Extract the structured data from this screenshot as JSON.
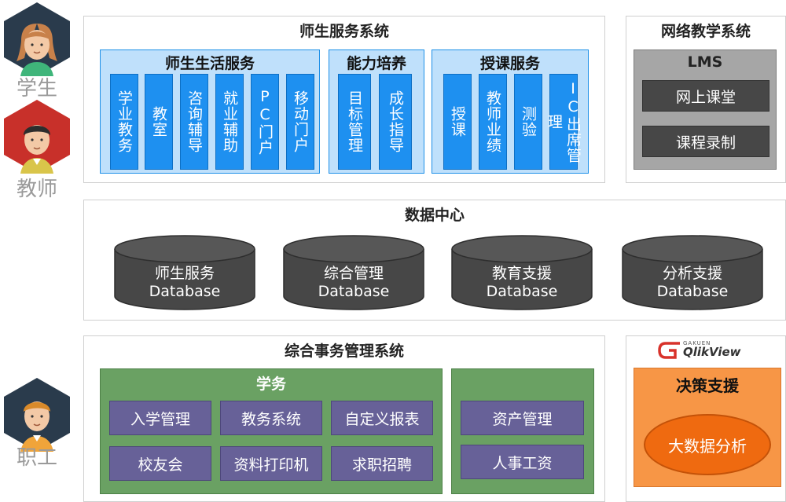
{
  "roles": {
    "student": "学生",
    "teacher": "教师",
    "staff": "职工"
  },
  "teacher_student_system": {
    "title": "师生服务系统",
    "life_services": {
      "title": "师生生活服务",
      "tiles": [
        "学业教务",
        "教室",
        "咨询辅导",
        "就业辅助",
        "PC门户",
        "移动门户"
      ]
    },
    "ability": {
      "title": "能力培养",
      "tiles": [
        "目标管理",
        "成长指导"
      ]
    },
    "teaching": {
      "title": "授课服务",
      "tiles": [
        "授课",
        "教师业绩",
        "测验",
        "IC出席管理"
      ]
    }
  },
  "network_teaching": {
    "title": "网络教学系统",
    "lms_title": "LMS",
    "tiles": [
      "网上课堂",
      "课程录制"
    ]
  },
  "data_center": {
    "title": "数据中心",
    "databases": [
      {
        "name": "师生服务",
        "sub": "Database"
      },
      {
        "name": "综合管理",
        "sub": "Database"
      },
      {
        "name": "教育支援",
        "sub": "Database"
      },
      {
        "name": "分析支援",
        "sub": "Database"
      }
    ]
  },
  "integrated_affairs": {
    "title": "综合事务管理系统",
    "academic": {
      "title": "学务",
      "tiles": [
        "入学管理",
        "教务系统",
        "自定义报表",
        "校友会",
        "资料打印机",
        "求职招聘"
      ]
    },
    "hr_tiles": [
      "资产管理",
      "人事工资"
    ]
  },
  "qlik": {
    "brand_small": "GAKUEN",
    "brand": "QlikView",
    "decision_title": "决策支援",
    "big_data": "大数据分析"
  },
  "colors": {
    "blue_tile": "#1e90f0",
    "blue_group": "#bfe0fb",
    "db_dark": "#474747",
    "green": "#6aa163",
    "purple": "#676198",
    "orange": "#f79646",
    "orange_dark": "#ef6a10"
  }
}
